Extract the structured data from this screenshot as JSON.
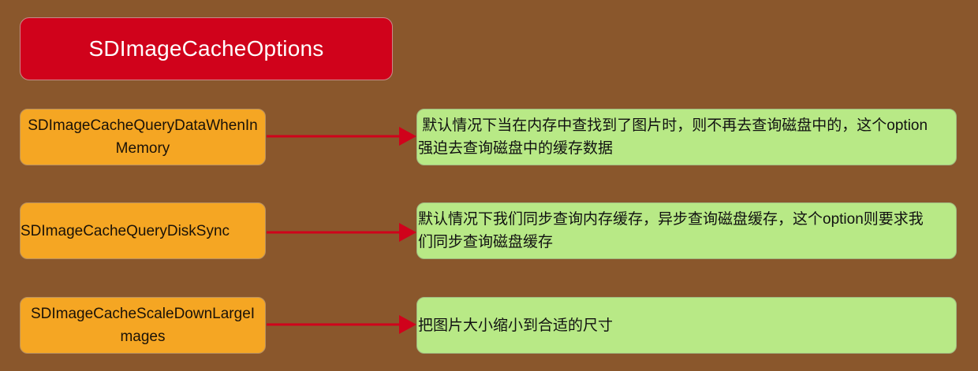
{
  "colors": {
    "background": "#8a572c",
    "title_fill": "#d0021b",
    "option_fill": "#f5a623",
    "description_fill": "#b8e986",
    "arrow": "#d0021b"
  },
  "title": {
    "label": "SDImageCacheOptions"
  },
  "rows": [
    {
      "option": "SDImageCacheQueryDataWhenInMemory",
      "option_lines": [
        "SDImageCacheQueryDataWhenIn",
        "Memory"
      ],
      "description": "默认情况下当在内存中查找到了图片时，则不再去查询磁盘中的，这个option强迫去查询磁盘中的缓存数据",
      "description_lines": [
        " 默认情况下当在内存中查找到了图片时，则不再去查询磁盘中的，这个option",
        "强迫去查询磁盘中的缓存数据"
      ]
    },
    {
      "option": "SDImageCacheQueryDiskSync",
      "option_lines": [
        "SDImageCacheQueryDiskSync"
      ],
      "description": "默认情况下我们同步查询内存缓存，异步查询磁盘缓存，这个option则要求我们同步查询磁盘缓存",
      "description_lines": [
        "默认情况下我们同步查询内存缓存，异步查询磁盘缓存，这个option则要求我",
        "们同步查询磁盘缓存"
      ]
    },
    {
      "option": "SDImageCacheScaleDownLargeImages",
      "option_lines": [
        "SDImageCacheScaleDownLargeI",
        "mages"
      ],
      "description": "把图片大小缩小到合适的尺寸",
      "description_lines": [
        "把图片大小缩小到合适的尺寸"
      ]
    }
  ]
}
